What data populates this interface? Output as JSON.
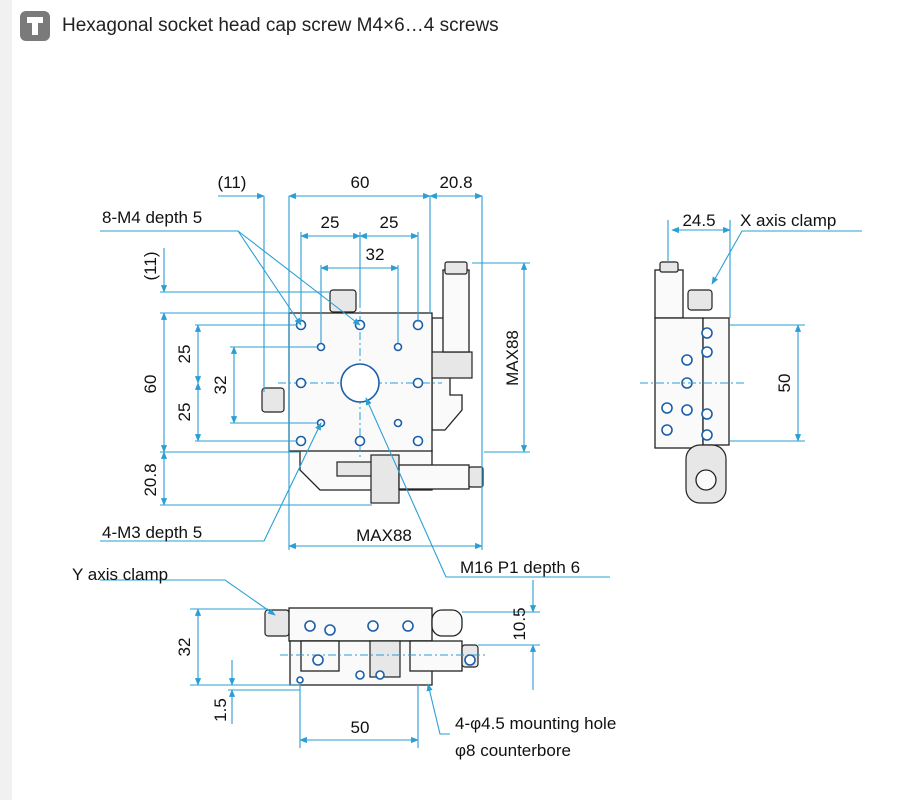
{
  "header": {
    "icon": "screw-icon",
    "note": "Hexagonal socket head cap screw M4×6…4 screws"
  },
  "top_view": {
    "dim_11_top": "(11)",
    "dim_60_top": "60",
    "dim_20_8_top": "20.8",
    "dim_25_a": "25",
    "dim_25_b": "25",
    "dim_32_top": "32",
    "dim_11_left": "(11)",
    "dim_25_left_a": "25",
    "dim_32_left": "32",
    "dim_60_left": "60",
    "dim_25_left_b": "25",
    "dim_20_8_left": "20.8",
    "dim_max88_bottom": "MAX88",
    "dim_max88_right": "MAX88",
    "label_8_m4": "8-M4 depth 5",
    "label_4_m3": "4-M3 depth 5",
    "label_m16": "M16 P1 depth 6"
  },
  "side_view": {
    "dim_24_5": "24.5",
    "label_x_clamp": "X axis clamp",
    "dim_50": "50"
  },
  "front_view": {
    "label_y_clamp": "Y axis clamp",
    "dim_32": "32",
    "dim_1_5": "1.5",
    "dim_10_5": "10.5",
    "dim_50": "50",
    "label_mounting_hole": "4-φ4.5 mounting hole",
    "label_counterbore": "φ8 counterbore"
  }
}
